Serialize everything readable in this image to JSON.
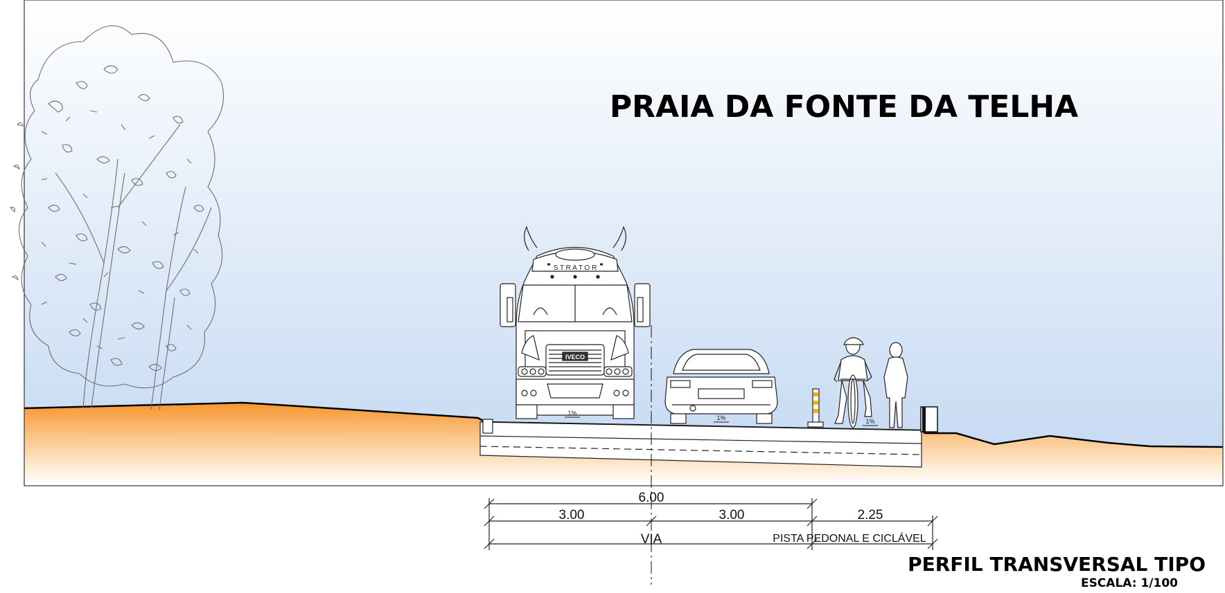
{
  "title": "PRAIA DA FONTE DA TELHA",
  "subtitle": "PERFIL TRANSVERSAL TIPO",
  "scale": "ESCALA: 1/100",
  "truck_brand": "S T R A T O R",
  "truck_badge": "IVECO",
  "slope_labels": [
    "1%",
    "1%",
    "1%"
  ],
  "dimensions": {
    "total": "6.00",
    "left_lane": "3.00",
    "right_lane": "3.00",
    "path": "2.25"
  },
  "zones": {
    "road": "VIA",
    "path": "PISTA PEDONAL E CICLÁVEL"
  },
  "colors": {
    "sky_top": "#ffffff",
    "sky_bottom": "#c3d8f2",
    "ground_top": "#f7952f",
    "ground_bottom": "#ffffff",
    "bollard": "#e8b616"
  }
}
